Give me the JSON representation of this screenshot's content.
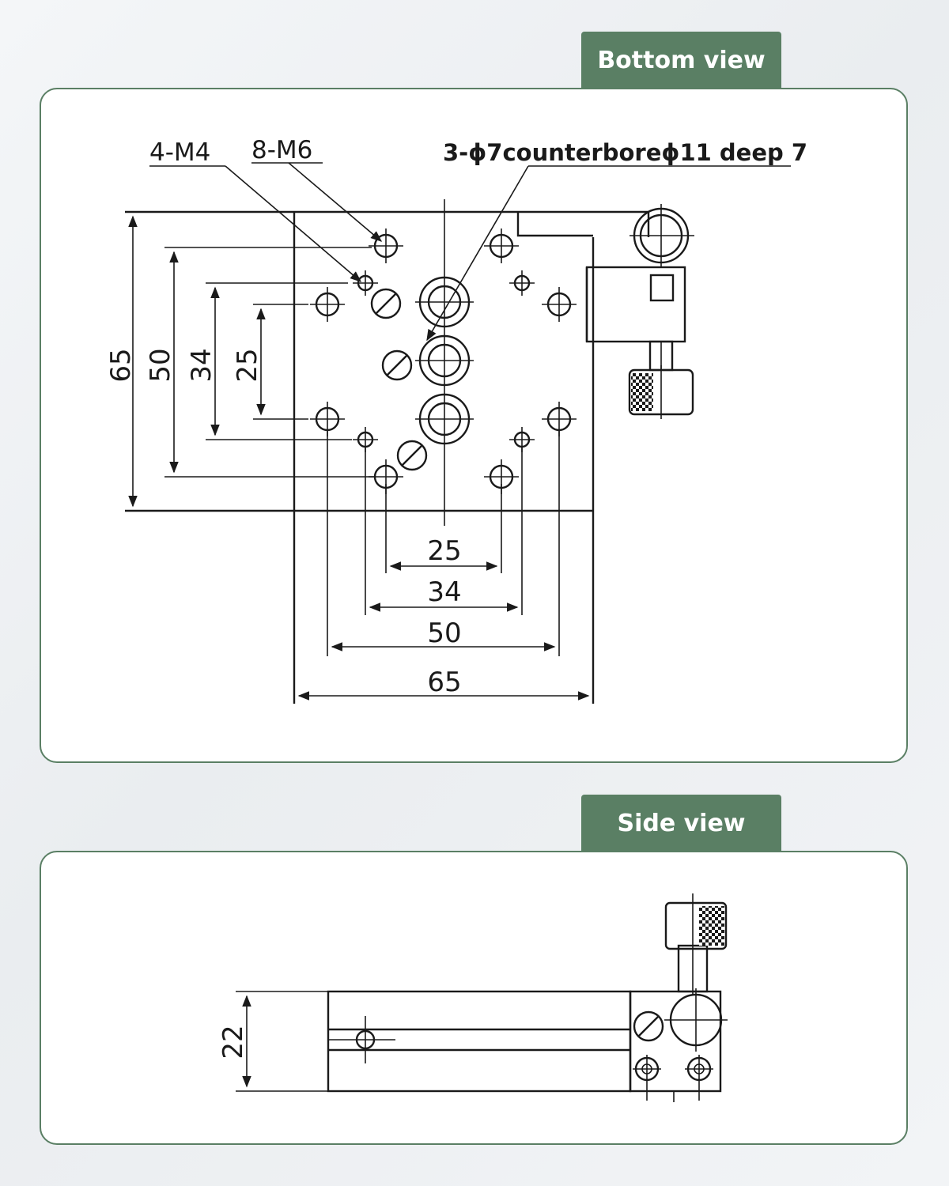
{
  "views": {
    "bottom": {
      "title": "Bottom view",
      "callouts": {
        "m4": "4-M4",
        "m6": "8-M6",
        "counterbore": "3-ϕ7counterboreϕ11 deep 7"
      },
      "dims_vertical": [
        "65",
        "50",
        "34",
        "25"
      ],
      "dims_horizontal": [
        "25",
        "34",
        "50",
        "65"
      ]
    },
    "side": {
      "title": "Side view",
      "dim_height": "22"
    }
  }
}
